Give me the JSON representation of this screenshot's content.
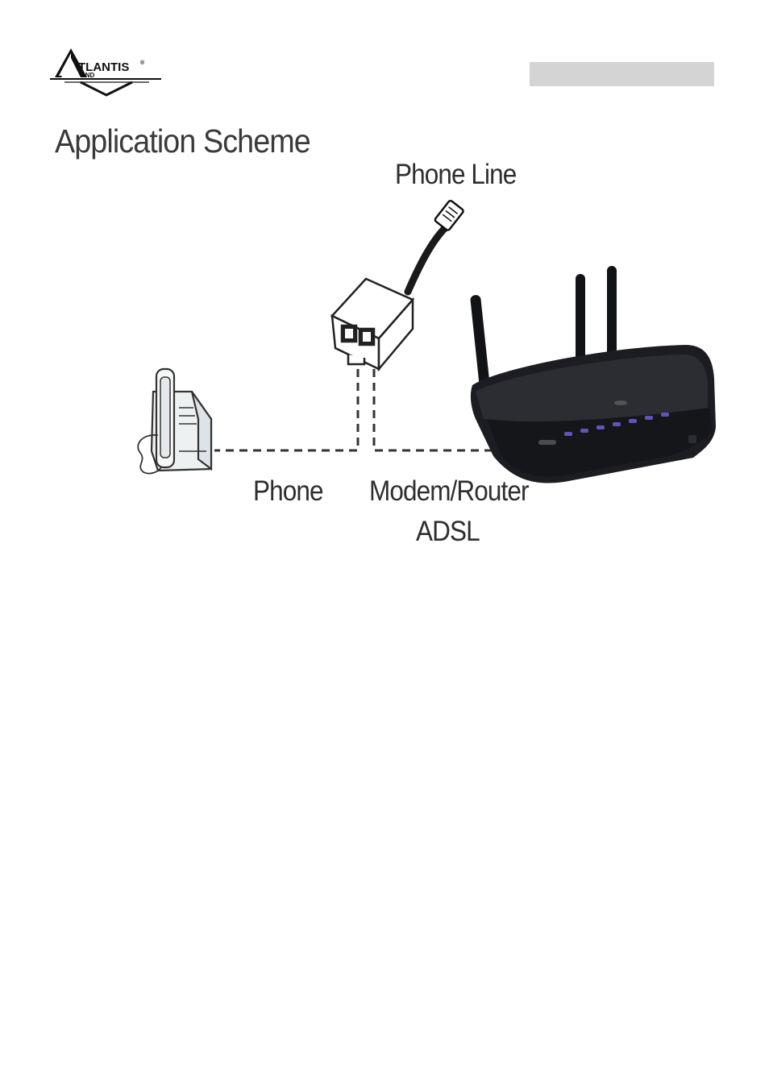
{
  "header": {
    "logo": {
      "text_main": "TLANTIS",
      "text_sub": "AND",
      "trademark": "®"
    }
  },
  "title": "Application Scheme",
  "diagram": {
    "labels": {
      "phone_line": "Phone Line",
      "phone": "Phone",
      "modem_router_line1": "Modem/Router",
      "modem_router_line2": "ADSL"
    },
    "colors": {
      "cable": "#1a1a1a",
      "dashed_line": "#333333",
      "router_body": "#1c1d22",
      "router_led": "#6a5acd",
      "splitter": "#ffffff",
      "phone": "#f2f4f4"
    },
    "icons": [
      "phone-icon",
      "splitter-icon",
      "rj11-plug-icon",
      "router-icon"
    ]
  }
}
